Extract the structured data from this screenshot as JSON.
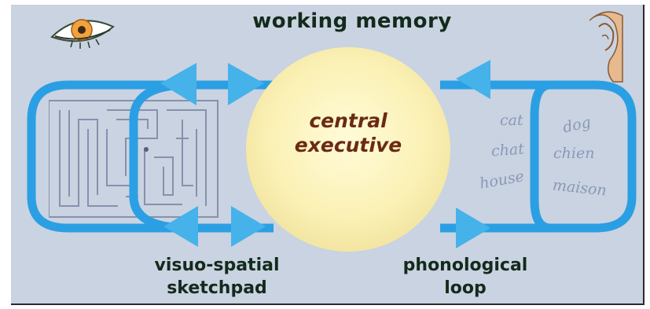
{
  "title": "working memory",
  "central": {
    "line1": "central",
    "line2": "executive"
  },
  "sketchpad": {
    "line1": "visuo-spatial",
    "line2": "sketchpad"
  },
  "loop": {
    "line1": "phonological",
    "line2": "loop"
  },
  "words_left": [
    "cat",
    "chat",
    "house"
  ],
  "words_right": [
    "dog",
    "chien",
    "maison"
  ],
  "icons": {
    "eye": "eye-icon",
    "ear": "ear-icon",
    "maze": "maze-icon"
  },
  "colors": {
    "background": "#c9d3e1",
    "loop_blue": "#2b9fe3",
    "arrow_blue": "#45b2ea",
    "circle": "#fbf3b8",
    "title_text": "#142a1c",
    "center_text": "#6b2a14",
    "word_text": "#8a98b8"
  }
}
